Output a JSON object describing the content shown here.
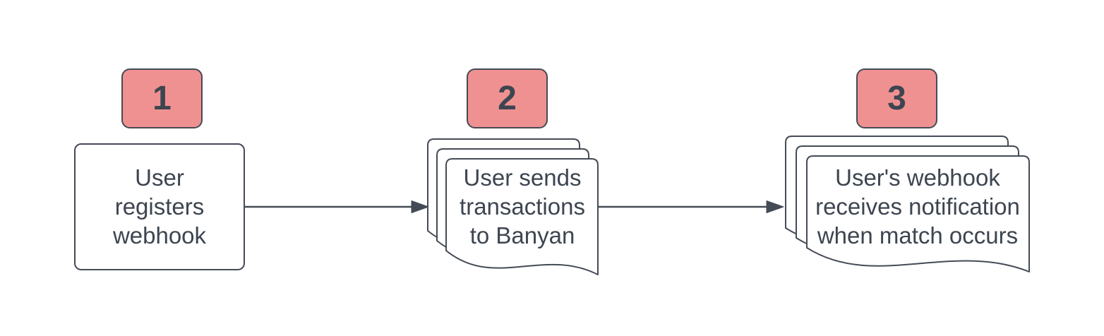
{
  "diagram": {
    "type": "flowchart",
    "background": "#ffffff",
    "colors": {
      "badge_fill": "#f09191",
      "outline": "#444b56",
      "text": "#3d4550",
      "shape_fill": "#ffffff",
      "arrow": "#444b56"
    },
    "steps": [
      {
        "number": "1",
        "label": "User\nregisters\nwebhook",
        "shape": "rounded-rectangle"
      },
      {
        "number": "2",
        "label": "User sends\ntransactions\nto Banyan",
        "shape": "multi-document"
      },
      {
        "number": "3",
        "label": "User's webhook\nreceives notification\nwhen match occurs",
        "shape": "multi-document"
      }
    ],
    "connectors": [
      {
        "from": "step-1",
        "to": "step-2",
        "style": "solid-arrow"
      },
      {
        "from": "step-2",
        "to": "step-3",
        "style": "solid-arrow"
      }
    ]
  }
}
